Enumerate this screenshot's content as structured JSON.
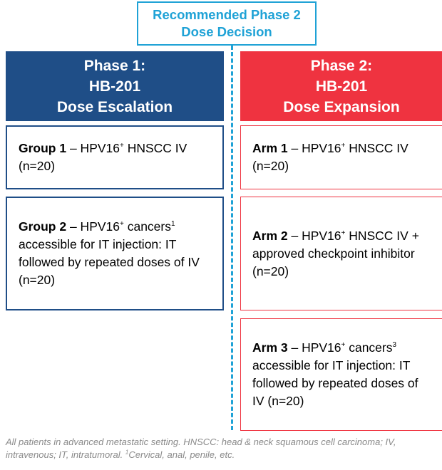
{
  "top_box": {
    "line1": "Recommended Phase 2",
    "line2": "Dose Decision"
  },
  "phase1": {
    "header": {
      "line1": "Phase 1:",
      "line2": "HB-201",
      "line3": "Dose Escalation"
    },
    "groups": [
      {
        "bold": "Group 1",
        "text_a": " – HPV16",
        "sup_a": "+",
        "text_b": " HNSCC IV (n=20)",
        "sup_b": "",
        "text_c": ""
      },
      {
        "bold": "Group 2",
        "text_a": " – HPV16",
        "sup_a": "+",
        "text_b": " cancers",
        "sup_b": "1",
        "text_c": " accessible for IT injection: IT followed by repeated doses of IV (n=20)"
      }
    ]
  },
  "phase2": {
    "header": {
      "line1": "Phase 2:",
      "line2": "HB-201",
      "line3": "Dose Expansion"
    },
    "arms": [
      {
        "bold": "Arm 1",
        "text_a": " – HPV16",
        "sup_a": "+",
        "text_b": " HNSCC IV (n=20)",
        "sup_b": "",
        "text_c": ""
      },
      {
        "bold": "Arm 2",
        "text_a": " – HPV16",
        "sup_a": "+",
        "text_b": " HNSCC IV + approved checkpoint inhibitor (n=20)",
        "sup_b": "",
        "text_c": ""
      },
      {
        "bold": "Arm 3",
        "text_a": " – HPV16",
        "sup_a": "+",
        "text_b": " cancers",
        "sup_b": "3",
        "text_c": " accessible for IT injection: IT followed by repeated doses of IV (n=20)"
      }
    ]
  },
  "footnote": {
    "text_a": "All patients in advanced metastatic setting. HNSCC: head & neck squamous cell carcinoma; IV, intravenous; IT, intratumoral. ",
    "sup": "1",
    "text_b": "Cervical, anal, penile, etc."
  },
  "colors": {
    "phase1": "#1f4e87",
    "phase2": "#ef3340",
    "accent": "#1fa2d6"
  }
}
